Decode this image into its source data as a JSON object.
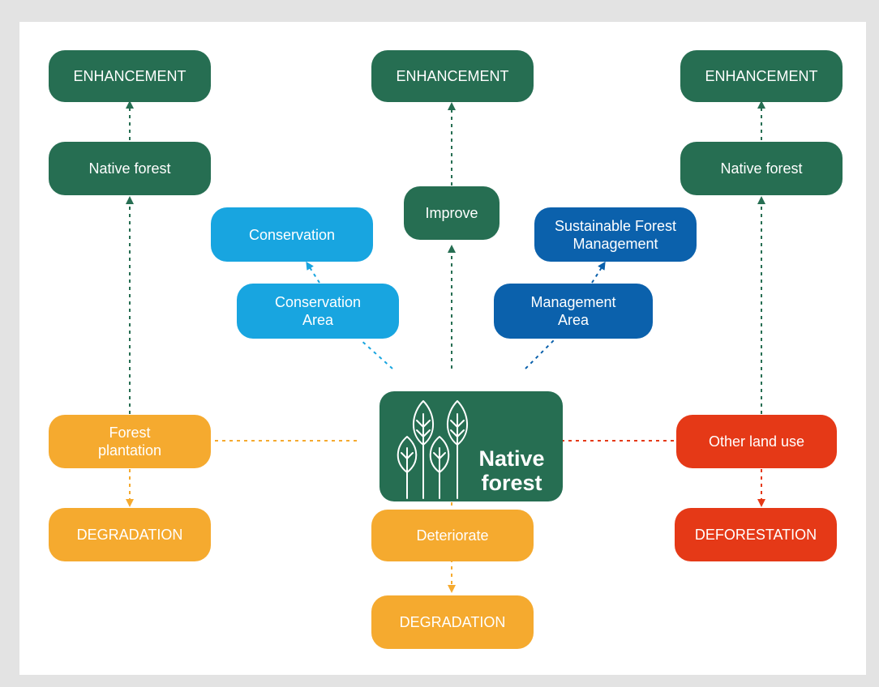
{
  "colors": {
    "green": "#266e52",
    "light_blue": "#18a5e0",
    "dark_blue": "#0b61ac",
    "orange": "#f5aa2f",
    "red": "#e53917",
    "background": "#e3e3e3"
  },
  "center": {
    "label": "Native forest",
    "icon": "trees-icon"
  },
  "left_column": {
    "enhancement": "ENHANCEMENT",
    "native_forest": "Native forest",
    "forest_plantation": "Forest plantation",
    "degradation": "DEGRADATION"
  },
  "middle_column": {
    "enhancement": "ENHANCEMENT",
    "improve": "Improve",
    "deteriorate": "Deteriorate",
    "degradation": "DEGRADATION"
  },
  "right_column": {
    "enhancement": "ENHANCEMENT",
    "native_forest": "Native forest",
    "other_land_use": "Other land use",
    "deforestation": "DEFORESTATION"
  },
  "conservation": {
    "area": "Conservation Area",
    "conservation": "Conservation"
  },
  "management": {
    "area": "Management Area",
    "sfm": "Sustainable Forest Management"
  }
}
